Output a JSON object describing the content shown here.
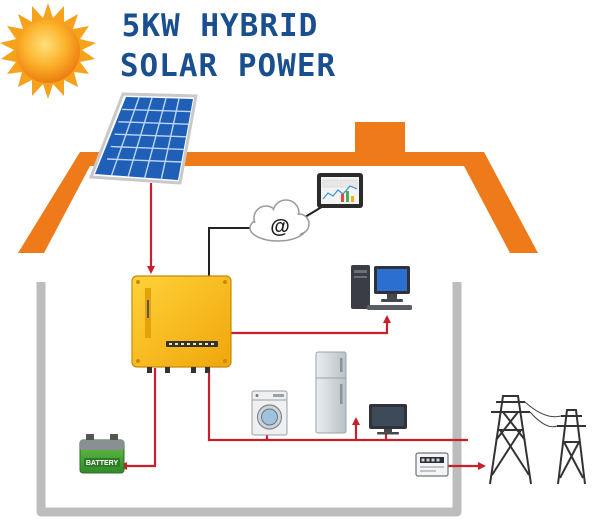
{
  "title": {
    "line1": "5KW HYBRID",
    "line2": "SOLAR POWER"
  },
  "cloud_symbol": "@",
  "battery_label": "BATTERY",
  "icons": {
    "sun": "sun-icon",
    "solar_panel": "solar-panel-icon",
    "inverter": "hybrid-inverter-icon",
    "cloud": "internet-cloud-icon",
    "tablet": "tablet-monitor-icon",
    "computer": "desktop-computer-icon",
    "washer": "washing-machine-icon",
    "fridge": "refrigerator-icon",
    "tv": "television-icon",
    "battery": "battery-icon",
    "meter": "electric-meter-icon",
    "grid": "power-grid-tower-icon"
  },
  "colors": {
    "title": "#1a4f8f",
    "roof": "#ee7a1a",
    "walls": "#bdbdbd",
    "wire": "#c8202a",
    "inverter": "#f5b90f",
    "panel": "#1f5fb8",
    "sun": "#f7a21b",
    "battery": "#3fa535"
  }
}
